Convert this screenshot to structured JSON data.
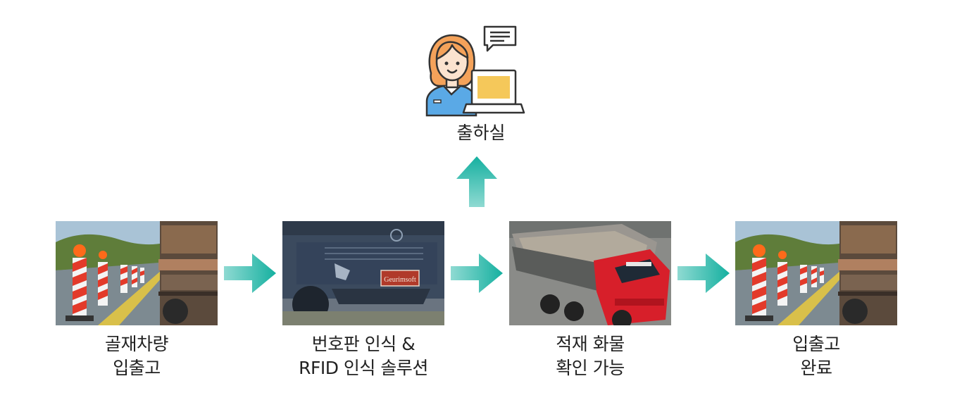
{
  "office": {
    "label": "출하실",
    "icon": "office-worker-laptop-icon"
  },
  "steps": [
    {
      "lines": [
        "골재차량",
        "입출고"
      ],
      "image": "road-barriers-truck-photo"
    },
    {
      "lines": [
        "번호판 인식 &",
        "RFID 인식 솔루션"
      ],
      "image": "truck-license-plate-photo",
      "plate_text": "Geurimsoft"
    },
    {
      "lines": [
        "적재 화물",
        "확인 가능"
      ],
      "image": "dump-truck-cargo-photo"
    },
    {
      "lines": [
        "입출고",
        "완료"
      ],
      "image": "road-barriers-truck-photo"
    }
  ],
  "colors": {
    "arrow": "#1ab5a4",
    "arrow_light": "#7fd6cc",
    "text": "#222222"
  }
}
